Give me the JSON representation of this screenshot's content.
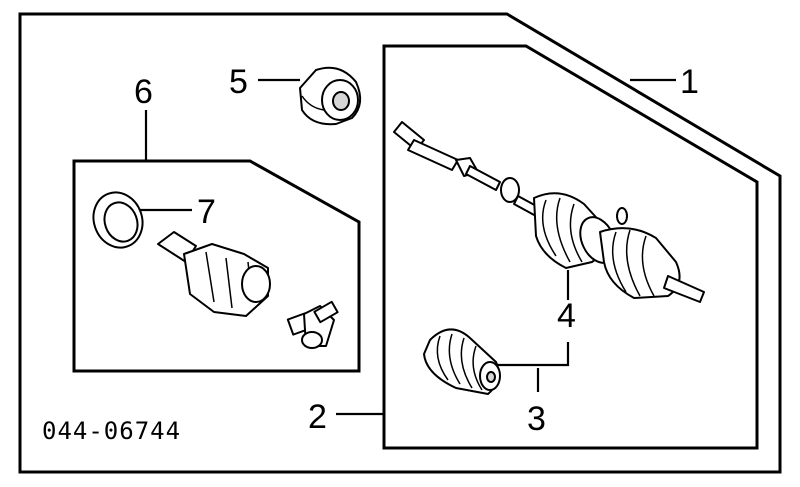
{
  "diagram": {
    "part_code": "044-06744",
    "callouts": {
      "c1": "1",
      "c2": "2",
      "c3": "3",
      "c4": "4",
      "c5": "5",
      "c6": "6",
      "c7": "7"
    }
  }
}
